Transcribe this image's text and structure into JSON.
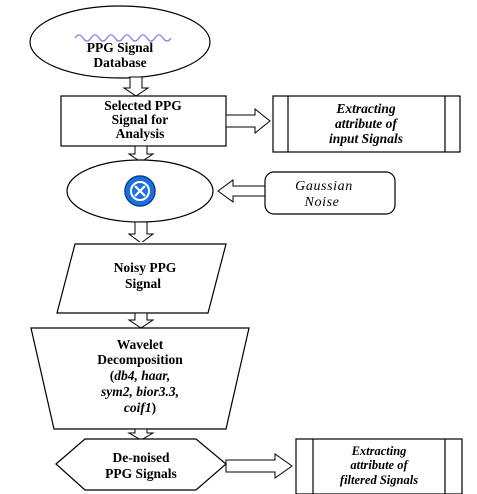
{
  "nodes": {
    "database": {
      "line1": "PPG Signal",
      "line2": "Database"
    },
    "selected": {
      "line1": "Selected PPG",
      "line2": "Signal for",
      "line3": "Analysis"
    },
    "extract_input": {
      "line1": "Extracting",
      "line2": "attribute of",
      "line3": "input Signals"
    },
    "mixer": {
      "symbol": "⊗"
    },
    "noise": {
      "line1": "Gaussian",
      "line2": "Noise"
    },
    "noisy": {
      "line1": "Noisy PPG",
      "line2": "Signal"
    },
    "wavelet": {
      "line1": "Wavelet",
      "line2": "Decomposition",
      "line3_open": "(",
      "line3_it": "db4, haar,",
      "line4": "sym2, bior3.3,",
      "line5_it": "coif1",
      "line5_close": ")"
    },
    "denoised": {
      "line1": "De-noised",
      "line2": "PPG Signals"
    },
    "extract_filtered": {
      "line1": "Extracting",
      "line2": "attribute of",
      "line3": "filtered Signals"
    }
  },
  "colors": {
    "stroke": "#000000",
    "wave": "#7b7fe0",
    "mixer_fill": "#1e6fd9",
    "mixer_symbol": "#ffffff"
  }
}
